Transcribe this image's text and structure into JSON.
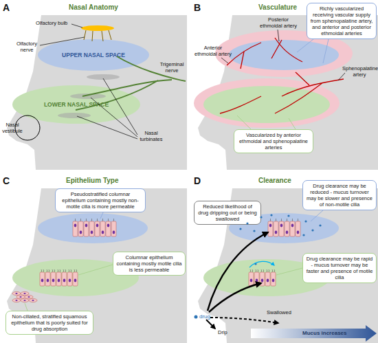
{
  "diagram": {
    "nodes": [
      {
        "text": [
          "UPPER NASAL SPACE"
        ]
      },
      {
        "text": [
          "LOWER NASAL SPACE"
        ]
      },
      {
        "text": [
          "Richly vascularized receiving vascular supply from sphenopalatine artery, and anterior and posterior ethmoidal arteries"
        ]
      },
      {
        "text": [
          "Vascularized by anterior ethmoidal and sphenopalatine arteries"
        ]
      },
      {
        "text": [
          "Pseudostratified columnar epithelium containing mostly non-motile cilia is more permeable"
        ]
      },
      {
        "text": [
          "Columnar epithelium containing mostly motile cilia is less permeable"
        ]
      },
      {
        "text": [
          "Non-ciliated, stratified squamous epithelium that is poorly suited for drug absorption"
        ]
      },
      {
        "text": [
          "Reduced likelihood of drug dripping out or being swallowed"
        ]
      },
      {
        "text": [
          "Drug clearance may be reduced - mucus turnover may be slower and presence of non-motile cilia"
        ]
      },
      {
        "text": [
          "Drug clearance may be rapid - mucus turnover may be faster and presence of motile cilia"
        ]
      }
    ],
    "labels": [
      "A",
      "Nasal Anatomy",
      "Olfactory bulb",
      "Olfactory nerve",
      "Trigeminal nerve",
      "Nasal vestibule",
      "Nasal turbinates",
      "B",
      "Vasculature",
      "Posterior ethmoidal artery",
      "Anterior ethmoidal artery",
      "Sphenopalatine artery",
      "C",
      "Epithelium Type",
      "D",
      "Clearance",
      "drug",
      "Drip",
      "Swallowed",
      "Mucus increases"
    ]
  }
}
